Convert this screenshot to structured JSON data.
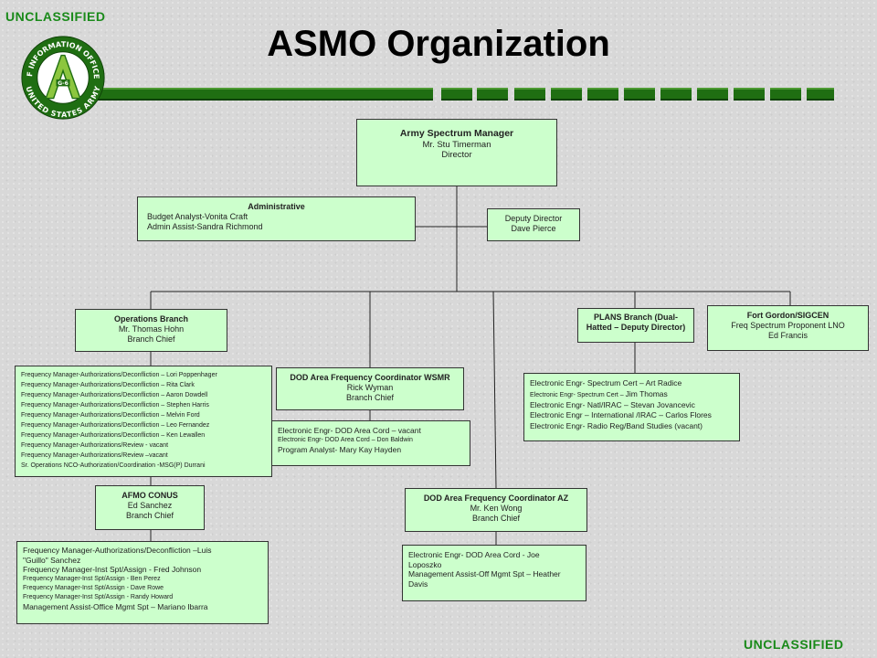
{
  "header": {
    "classification_top": "UNCLASSIFIED",
    "classification_bottom": "UNCLASSIFIED",
    "title": "ASMO Organization",
    "logo": {
      "ring_text_top": "CHIEF INFORMATION OFFICE/CIO",
      "ring_text_bottom": "UNITED STATES ARMY",
      "badge": "G-6",
      "colors": {
        "ring": "#1f6e12",
        "inner": "#ffffff",
        "letter": "#8cc63f"
      }
    },
    "colors": {
      "classification": "#1a8a1a",
      "bar": "#1f6e12",
      "box_fill": "#ccffcc"
    }
  },
  "org": {
    "director": {
      "title": "Army Spectrum Manager",
      "name": "Mr. Stu Timerman",
      "role": "Director"
    },
    "administrative": {
      "title": "Administrative",
      "lines": [
        "Budget Analyst-Vonita Craft",
        "Admin Assist-Sandra Richmond"
      ]
    },
    "deputy": {
      "role": "Deputy Director",
      "name": "Dave Pierce"
    },
    "operations": {
      "title": "Operations Branch",
      "name": "Mr. Thomas Hohn",
      "role": "Branch Chief"
    },
    "operations_staff": [
      "Frequency  Manager-Authorizations/Deconfliction  – Lori  Poppenhager",
      "Frequency  Manager-Authorizations/Deconfliction  – Rita Clark",
      "Frequency  Manager-Authorizations/Deconfliction  – Aaron Dowdell",
      "Frequency  Manager-Authorizations/Deconfliction  – Stephen  Harris",
      "Frequency  Manager-Authorizations/Deconfliction  – Melvin Ford",
      "Frequency  Manager-Authorizations/Deconfliction  – Leo Fernandez",
      "Frequency  Manager-Authorizations/Deconfliction  – Ken Lewallen",
      "Frequency  Manager-Authorizations/Review  - vacant",
      "Frequency  Manager-Authorizations/Review  –vacant",
      "Sr.  Operations  NCO-Authorization/Coordination  -MSG(P)  Durrani"
    ],
    "afmo": {
      "title": "AFMO CONUS",
      "name": "Ed Sanchez",
      "role": "Branch Chief"
    },
    "afmo_staff": {
      "line1": "Frequency Manager-Authorizations/Deconfliction –Luis",
      "line2": "\"Guillo\" Sanchez",
      "line3": "Frequency Manager-Inst Spt/Assign   - Fred Johnson",
      "line4": "Frequency  Manager-Inst  Spt/Assign   - Ben  Perez",
      "line5": "Frequency  Manager-Inst  Spt/Assign   - Dave  Rowe",
      "line6": "Frequency  Manager-Inst  Spt/Assign   - Randy  Howard",
      "line7": "Management Assist-Office Mgmt Spt – Mariano Ibarra"
    },
    "wsmr": {
      "title": "DOD Area Frequency Coordinator WSMR",
      "name": "Rick Wyman",
      "role": "Branch Chief"
    },
    "wsmr_staff": {
      "line1": "Electronic Engr- DOD Area Cord – vacant",
      "line2": "Electronic  Engr-  DOD  Area  Cord  – Don  Baldwin",
      "line3": "Program Analyst- Mary Kay Hayden"
    },
    "az": {
      "title": "DOD Area Frequency Coordinator AZ",
      "name": "Mr. Ken Wong",
      "role": "Branch Chief"
    },
    "az_staff": [
      "Electronic Engr- DOD Area Cord - Joe Loposzko",
      "Management Assist-Off Mgmt Spt – Heather Davis"
    ],
    "plans": {
      "title": "PLANS Branch (Dual-Hatted – Deputy Director)"
    },
    "plans_staff": {
      "line1": "Electronic Engr- Spectrum Cert – Art Radice",
      "line2a": "Electronic  Engr-  Spectrum  Cert  – ",
      "line2b": "Jim Thomas",
      "line3": "Electronic Engr- Natl/IRAC – Stevan Jovancevic",
      "line4": "Electronic Engr – International /IRAC – Carlos Flores",
      "line5": "Electronic Engr- Radio Reg/Band Studies (vacant)"
    },
    "fort_gordon": {
      "title": "Fort Gordon/SIGCEN",
      "line1": "Freq Spectrum Proponent LNO",
      "line2": "Ed Francis"
    }
  }
}
